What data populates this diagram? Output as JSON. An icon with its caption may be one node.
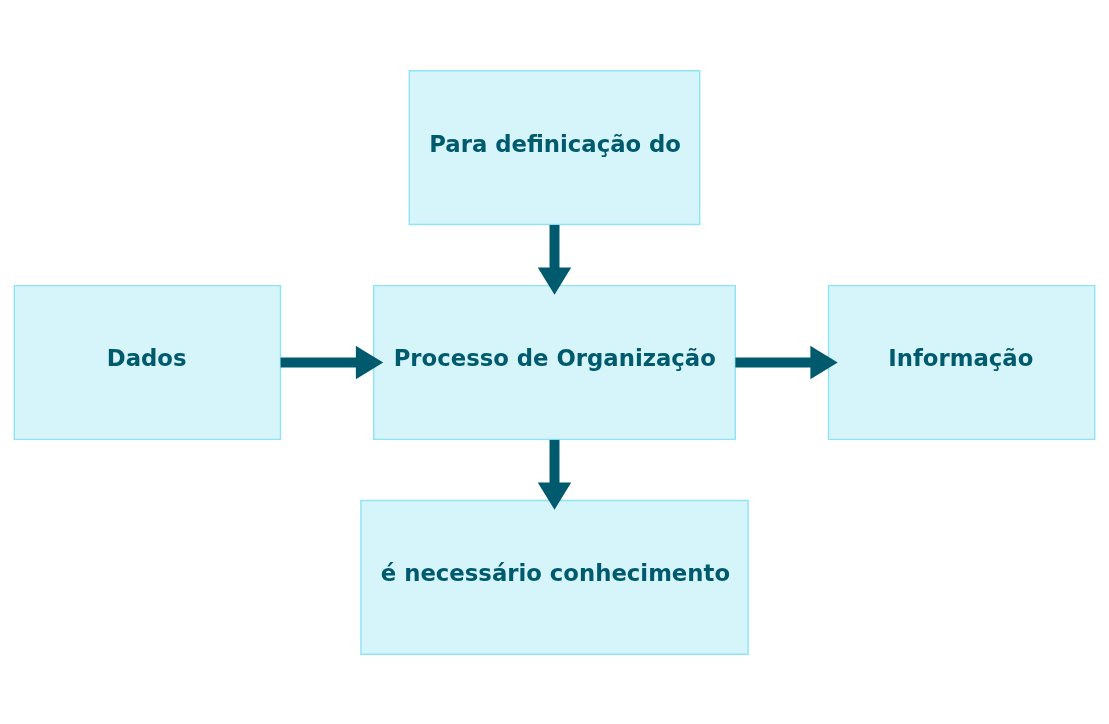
{
  "diagram": {
    "nodes": [
      {
        "text": [
          "Para definicação do"
        ]
      },
      {
        "text": [
          "Dados"
        ]
      },
      {
        "text": [
          "Processo de Organização"
        ]
      },
      {
        "text": [
          "Informação"
        ]
      },
      {
        "text": [
          "é necessário conhecimento"
        ]
      }
    ],
    "edges": [
      {
        "from": 0,
        "to": 2,
        "arrow": "to"
      },
      {
        "from": 1,
        "to": 2,
        "arrow": "to"
      },
      {
        "from": 2,
        "to": 3,
        "arrow": "to"
      },
      {
        "from": 2,
        "to": 4,
        "arrow": "to"
      }
    ]
  }
}
